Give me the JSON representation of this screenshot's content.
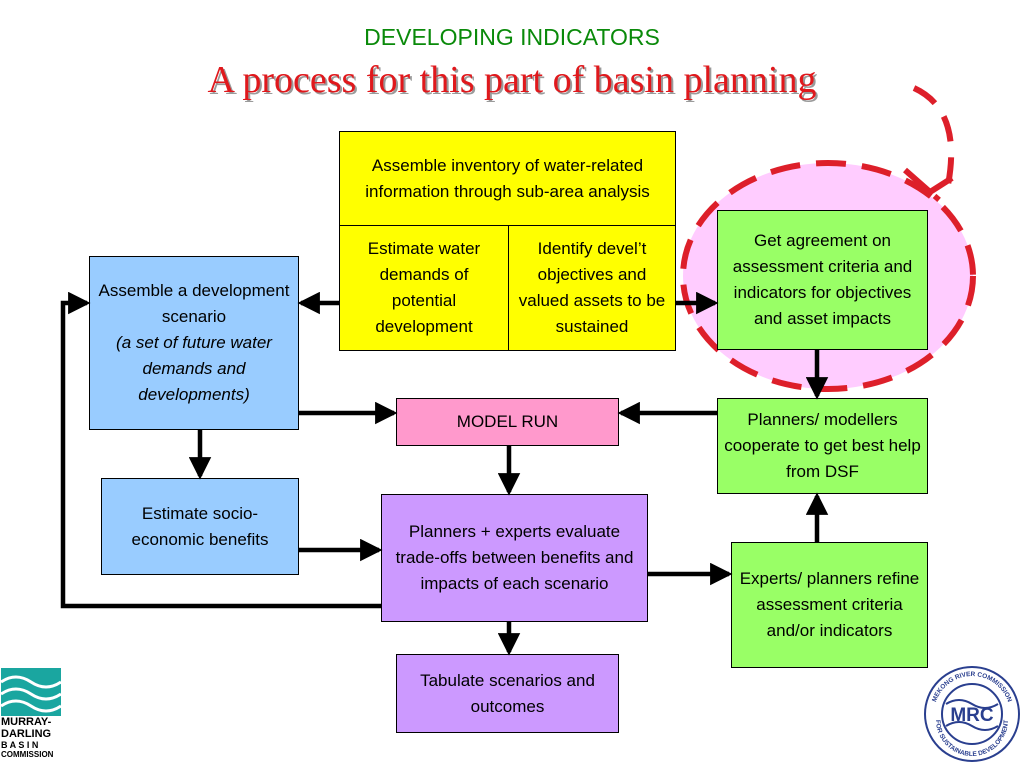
{
  "header": {
    "subtitle": "DEVELOPING INDICATORS",
    "title": "A process for this part of basin planning"
  },
  "boxes": {
    "inventory": "Assemble inventory of water-related information through sub-area analysis",
    "estimate_demands": "Estimate water demands of potential development",
    "identify_objectives": "Identify devel’t objectives and valued assets to be sustained",
    "assemble_scenario": "Assemble a development scenario",
    "assemble_scenario_italic": "(a set of future water demands and developments)",
    "get_agreement": "Get agreement on assessment criteria and indicators for objectives and asset impacts",
    "model_run": "MODEL RUN",
    "planners_modellers": "Planners/ modellers cooperate to get best help from DSF",
    "estimate_benefits": "Estimate socio-economic benefits",
    "evaluate_tradeoffs": "Planners + experts evaluate trade-offs between benefits and impacts of each scenario",
    "experts_refine": "Experts/ planners refine assessment criteria and/or indicators",
    "tabulate": "Tabulate scenarios and outcomes"
  },
  "logos": {
    "murray_darling": [
      "MURRAY-",
      "DARLING",
      "B A S I N",
      "COMMISSION"
    ],
    "mrc_initials": "MRC",
    "mrc_ring_top": "MEKONG RIVER COMMISSION",
    "mrc_ring_bottom": "FOR SUSTAINABLE DEVELOPMENT"
  },
  "colors": {
    "yellow": "#ffff00",
    "blue": "#99ccff",
    "green": "#99ff66",
    "pink": "#ff99cc",
    "purple": "#cc99ff",
    "highlight_fill": "#ffccff",
    "highlight_dash": "#dd1f2a",
    "subtitle": "#0a8a0a",
    "title": "#e0181c"
  }
}
